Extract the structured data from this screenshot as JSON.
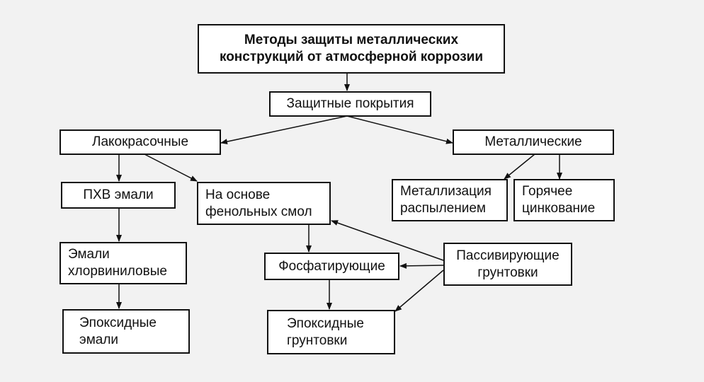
{
  "diagram": {
    "title": "Методы защиты металлических\nконструкций от атмосферной коррозии",
    "protective_coatings": "Защитные покрытия",
    "paint_coatings": "Лакокрасочные",
    "metallic": "Металлические",
    "pvc_enamels": "ПХВ эмали",
    "phenolic_resins": "На основе\nфенольных смол",
    "metallization": "Металлизация\nраспылением",
    "hot_galvanizing": "Горячее\nцинкование",
    "chlorovinyl_enamels": "Эмали\nхлорвиниловые",
    "phosphating": "Фосфатирующие",
    "passivating_primers": "Пассивирующие\nгрунтовки",
    "epoxy_enamels": "Эпоксидные\nэмали",
    "epoxy_primers": "Эпоксидные\nгрунтовки"
  },
  "colors": {
    "background": "#f2f2f2",
    "box_fill": "#ffffff",
    "line": "#111111"
  }
}
